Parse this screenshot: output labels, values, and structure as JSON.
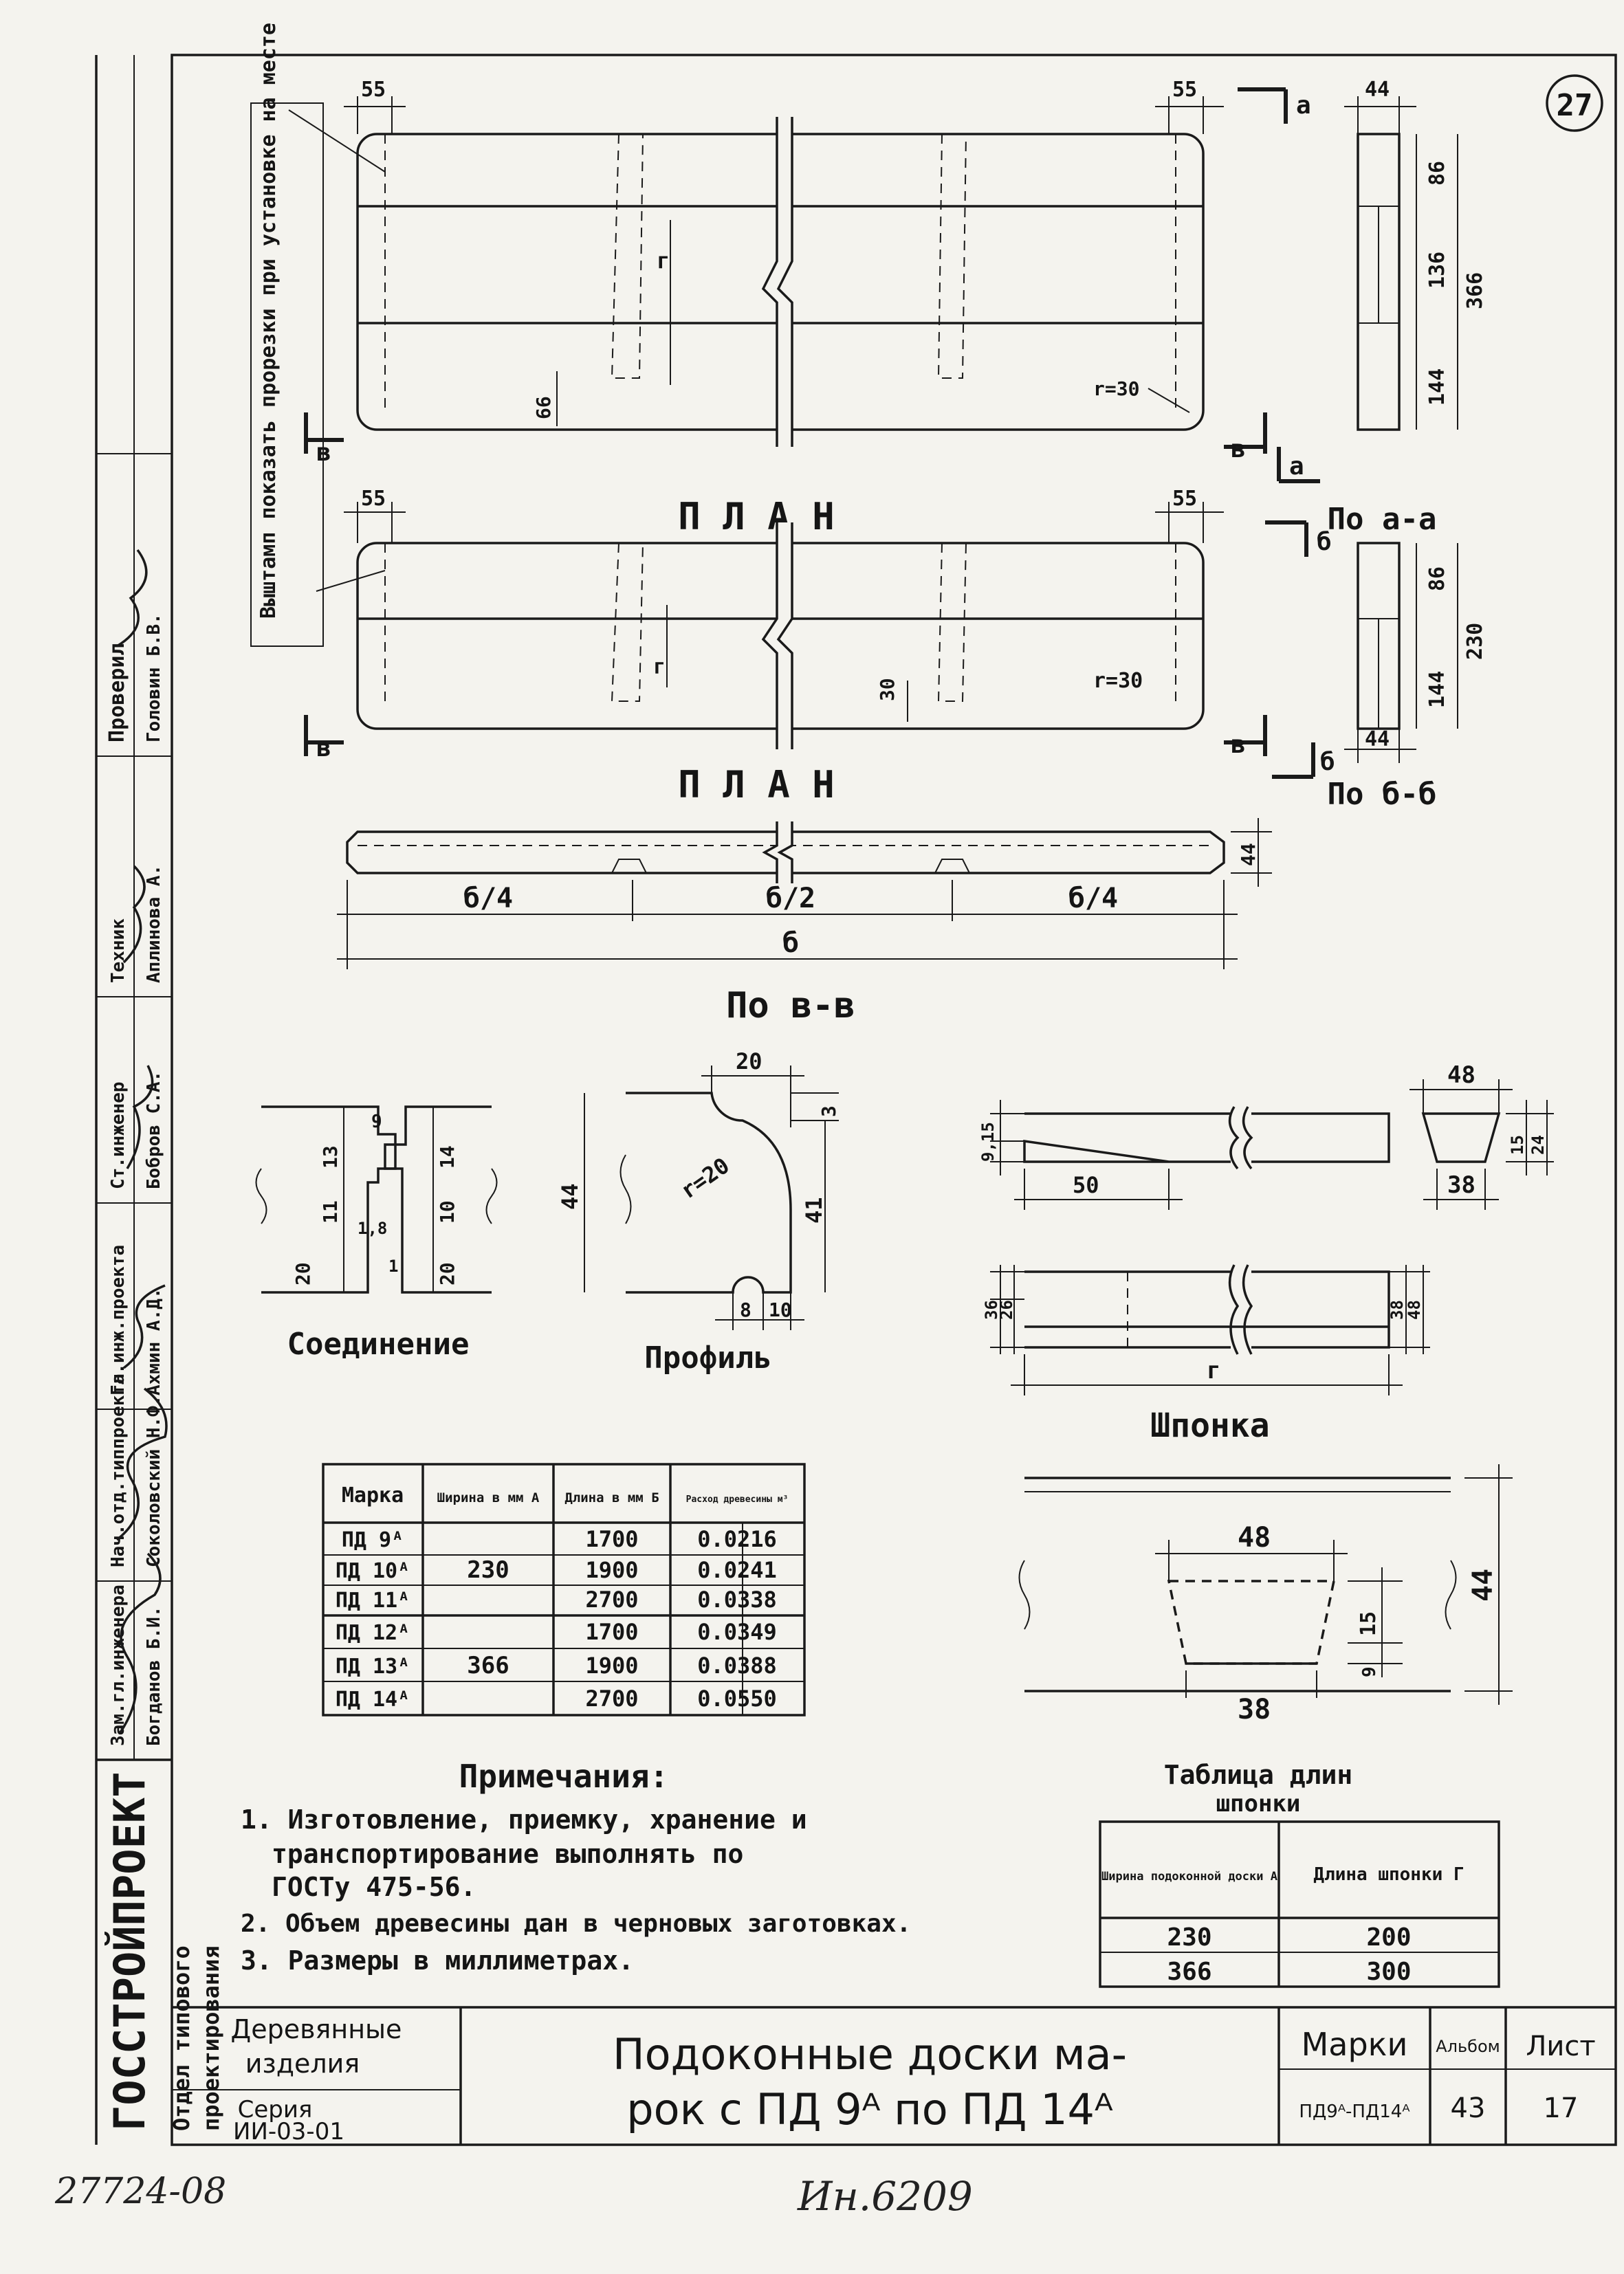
{
  "sheet_badge": "27",
  "views": {
    "plan_top": "П Л А Н",
    "plan_bottom": "П Л А Н",
    "section_aa": "По а-а",
    "section_bb": "По б-б",
    "section_vv": "По в-в",
    "joint": "Соединение",
    "profile": "Профиль",
    "key": "Шпонка"
  },
  "section_marks": {
    "a": "а",
    "b": "б",
    "v": "в"
  },
  "leader_note": "Выштамп показать прорезки при установке на месте",
  "dims": {
    "d55": "55",
    "d44": "44",
    "d86": "86",
    "d136": "136",
    "d366": "366",
    "d144": "144",
    "d230": "230",
    "d30": "30",
    "r30": "r=30",
    "d66": "66",
    "g": "г",
    "b4": "б/4",
    "b2": "б/2",
    "b": "б",
    "d20": "20",
    "d3": "3",
    "d41": "41",
    "r20": "r=20",
    "d8": "8",
    "d10": "10",
    "d9": "9",
    "d11": "11",
    "d13": "13",
    "d14": "14",
    "d1": "1",
    "d18": "1,8",
    "d48": "48",
    "d38": "38",
    "d15": "15",
    "d24": "24",
    "d50": "50",
    "d915": "9,15",
    "d36": "36",
    "d26": "26"
  },
  "marks_table": {
    "headers": [
      "Марка",
      "Ширина в мм А",
      "Длина в мм Б",
      "Расход древесины м³"
    ],
    "rows": [
      [
        "ПД 9ᴬ",
        "",
        "1700",
        "0.0216"
      ],
      [
        "ПД 10ᴬ",
        "230",
        "1900",
        "0.0241"
      ],
      [
        "ПД 11ᴬ",
        "",
        "2700",
        "0.0338"
      ],
      [
        "ПД 12ᴬ",
        "",
        "1700",
        "0.0349"
      ],
      [
        "ПД 13ᴬ",
        "366",
        "1900",
        "0.0388"
      ],
      [
        "ПД 14ᴬ",
        "",
        "2700",
        "0.0550"
      ]
    ]
  },
  "notes": {
    "title": "Примечания:",
    "items": [
      "1. Изготовление, приемку, хранение и",
      "транспортирование выполнять по",
      "ГОСТу 475-56.",
      "2. Объем древесины дан в черновых заготовках.",
      "3. Размеры в миллиметрах."
    ]
  },
  "key_table": {
    "title": "Таблица длин",
    "subtitle": "шпонки",
    "headers": [
      "Ширина подоконной доски А",
      "Длина шпонки Г"
    ],
    "rows": [
      [
        "230",
        "200"
      ],
      [
        "366",
        "300"
      ]
    ]
  },
  "title_block": {
    "category": [
      "Деревянные",
      "изделия"
    ],
    "series_label": "Серия",
    "series": "ИИ-03-01",
    "title_line1": "Подоконные доски ма-",
    "title_line2": "рок с ПД 9ᴬ по ПД 14ᴬ",
    "marks_label": "Марки",
    "marks_value": "ПД9ᴬ-ПД14ᴬ",
    "album_label": "Альбом",
    "album_value": "43",
    "sheet_label": "Лист",
    "sheet_value": "17"
  },
  "side_stamp": {
    "org": "ГОССТРОЙПРОЕКТ",
    "dept": [
      "Отдел типового",
      "проектирования"
    ],
    "roles": [
      "Зам.гл.инженера",
      "Нач.отд.типпроекта",
      "Гл.инж.проекта",
      "Ст.инженер",
      "Техник",
      "Проверил"
    ],
    "names": [
      "Богданов Б.И.",
      "Соколовский Н.Ф.",
      "Ахмин А.Д.",
      "Бобров С.А.",
      "Аплинова А.",
      "Головин Б.В."
    ]
  },
  "bottom": {
    "archive_no": "27724-08",
    "inv_no": "Ин.6209"
  }
}
